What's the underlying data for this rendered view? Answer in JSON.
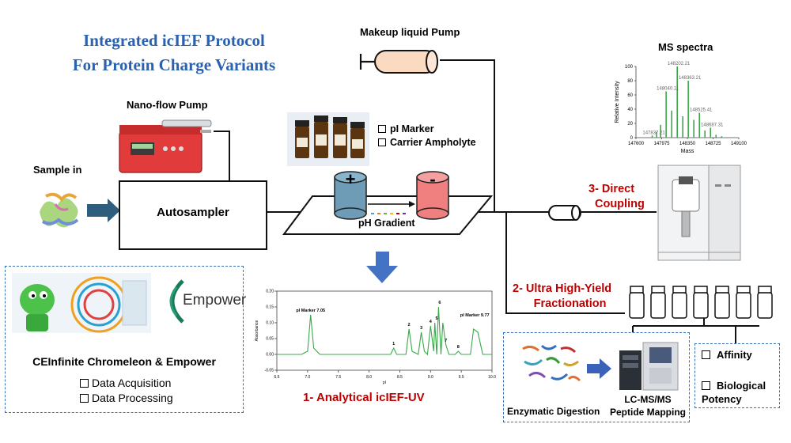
{
  "title": {
    "line1": "Integrated icIEF Protocol",
    "line2": "For Protein Charge Variants"
  },
  "labels": {
    "makeup_pump": "Makeup liquid Pump",
    "nanoflow_pump": "Nano-flow Pump",
    "sample_in": "Sample in",
    "autosampler": "Autosampler",
    "ph_gradient": "pH Gradient",
    "plus": "+",
    "minus": "-",
    "ms_spectra": "MS spectra",
    "empower_logo": "Empower",
    "software": "CEInfinite Chromeleon & Empower",
    "enzymatic": "Enzymatic Digestion",
    "lcms_line1": "LC-MS/MS",
    "lcms_line2": "Peptide Mapping"
  },
  "reagents": [
    "pI Marker",
    "Carrier Ampholyte"
  ],
  "software_items": [
    "Data Acquisition",
    "Data Processing"
  ],
  "assays": [
    "Affinity",
    "Biological Potency"
  ],
  "steps": {
    "step1": "1- Analytical icIEF-UV",
    "step2_line1": "2- Ultra High-Yield",
    "step2_line2": "Fractionation",
    "step3_line1": "3- Direct",
    "step3_line2": "Coupling"
  },
  "colors": {
    "title": "#2a62b0",
    "step_red": "#c00000",
    "trace": "#3aa84a",
    "anode": "#6e9cb6",
    "cathode": "#f08080",
    "flow_arrow": "#4472c4"
  },
  "chart_data": [
    {
      "type": "line",
      "x": [
        6.5,
        6.9,
        7.0,
        7.05,
        7.1,
        7.2,
        7.9,
        8.35,
        8.4,
        8.45,
        8.6,
        8.65,
        8.7,
        8.8,
        8.85,
        8.9,
        8.95,
        9.0,
        9.05,
        9.07,
        9.1,
        9.13,
        9.17,
        9.2,
        9.25,
        9.3,
        9.4,
        9.45,
        9.5,
        9.65,
        9.7,
        9.77,
        9.85,
        10.0
      ],
      "y": [
        0.0,
        0.0,
        0.01,
        0.125,
        0.02,
        0.0,
        0.0,
        0.0,
        0.02,
        0.0,
        0.0,
        0.08,
        0.01,
        0.0,
        0.07,
        0.01,
        0.0,
        0.09,
        0.01,
        0.1,
        0.0,
        0.15,
        0.0,
        0.1,
        0.03,
        0.0,
        0.0,
        0.01,
        0.0,
        0.0,
        0.08,
        0.07,
        0.0,
        0.0
      ],
      "xlabel": "pI",
      "ylabel": "Absorbance",
      "xlim": [
        6.5,
        10.0
      ],
      "ylim": [
        -0.05,
        0.2
      ],
      "xticks": [
        "6.5",
        "7.0",
        "7.5",
        "8.0",
        "8.5",
        "9.0",
        "9.5",
        "10.0"
      ],
      "yticks": [
        "0.20",
        "0.15",
        "0.10",
        "0.05",
        "0.00",
        "-0.05"
      ],
      "annotations": [
        {
          "text": "pI Marker 7.05",
          "x": 7.05,
          "y": 0.135
        },
        {
          "text": "1",
          "x": 8.4,
          "y": 0.03
        },
        {
          "text": "2",
          "x": 8.65,
          "y": 0.09
        },
        {
          "text": "3",
          "x": 8.85,
          "y": 0.08
        },
        {
          "text": "4",
          "x": 9.0,
          "y": 0.1
        },
        {
          "text": "5",
          "x": 9.1,
          "y": 0.11
        },
        {
          "text": "6",
          "x": 9.15,
          "y": 0.16
        },
        {
          "text": "7",
          "x": 9.25,
          "y": 0.04
        },
        {
          "text": "8",
          "x": 9.45,
          "y": 0.02
        },
        {
          "text": "pI Marker 9.77",
          "x": 9.72,
          "y": 0.12
        }
      ]
    },
    {
      "type": "bar",
      "title": "MS spectra",
      "xlabel": "Mass",
      "ylabel": "Relative Intensity",
      "xlim": [
        147600,
        149100
      ],
      "ylim": [
        0,
        100
      ],
      "xticks": [
        "147600",
        "147975",
        "148350",
        "148725",
        "149100"
      ],
      "yticks": [
        "100",
        "80",
        "60",
        "40",
        "20",
        "0"
      ],
      "x": [
        147837.21,
        147900,
        147960,
        148040.11,
        148121,
        148202.21,
        148283,
        148363.21,
        148444,
        148525.41,
        148606,
        148687.31,
        148768,
        148850
      ],
      "values": [
        3,
        8,
        18,
        65,
        38,
        100,
        30,
        80,
        25,
        35,
        10,
        14,
        4,
        2
      ],
      "annotations": [
        {
          "text": "147837.21",
          "x": 147837.21
        },
        {
          "text": "148040.11",
          "x": 148040.11
        },
        {
          "text": "148202.21",
          "x": 148202.21
        },
        {
          "text": "148363.21",
          "x": 148363.21
        },
        {
          "text": "148525.41",
          "x": 148525.41
        },
        {
          "text": "148687.31",
          "x": 148687.31
        }
      ]
    }
  ]
}
